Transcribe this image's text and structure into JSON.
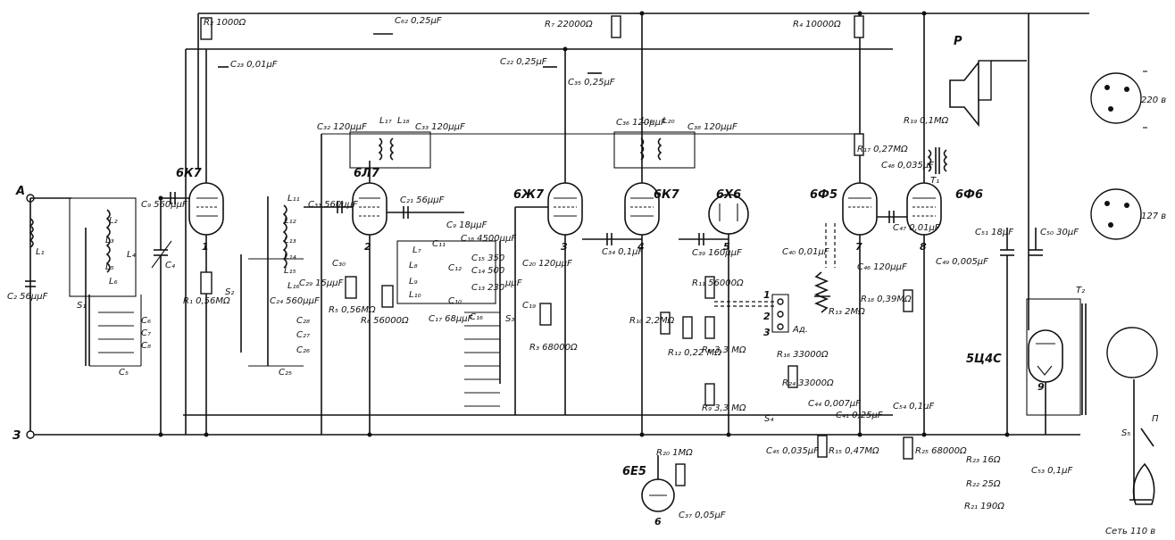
{
  "terminals": {
    "antenna": "A",
    "ground": "З"
  },
  "tubes": [
    "6К7",
    "6Л7",
    "6Ж7",
    "6К7",
    "6Х6",
    "6Ф5",
    "6Ф6",
    "6Е5",
    "5Ц4С"
  ],
  "tube_pins": [
    "1",
    "2",
    "3",
    "4",
    "5",
    "7",
    "8",
    "6",
    "9"
  ],
  "capacitors": {
    "c2": "C₂ 56μμF",
    "c4": "C₄",
    "c5": "C₅",
    "c6": "C₆",
    "c7": "C₇",
    "c8": "C₈",
    "c9": "C₉ 560μμF",
    "c21": "C₂₁ 56μμF",
    "c23": "C₂₃ 0,01μF",
    "c62": "C₆₂ 0,25μF",
    "c22": "C₂₂ 0,25μF",
    "c35": "C₃₅ 0,25μF",
    "c31": "C₃₁ 560μμF",
    "c32": "C₃₂ 120μμF",
    "c33": "C₃₃ 120μμF",
    "c36": "C₃₆ 120μμF",
    "c38": "C₃₈ 120μμF",
    "c29": "C₂₉ 15μμF",
    "c30": "C₃₀",
    "c24": "C₂₄ 560μμF",
    "c25": "C₂₅",
    "c26": "C₂₆",
    "c27": "C₂₇",
    "c28": "C₂₈",
    "c9b": "C₉ 18μμF",
    "c11": "C₁₁",
    "c12": "C₁₂",
    "c13": "C₁₃ 230",
    "c14": "C₁₄ 500",
    "c15": "C₁₅ 350",
    "c16": "C₁₆",
    "c17": "C₁₇ 68μμF",
    "c18": "C₁₈ 4500μμF",
    "c19": "C₁₉",
    "c20": "C₂₀ 120μμF",
    "c10": "C₁₀",
    "c34": "C₃₄ 0,1μF",
    "c39": "C₃₉ 160μμF",
    "c40": "C₄₀ 0,01μF",
    "c41": "C₄₁ 0,25μF",
    "c44": "C₄₄ 0,007μF",
    "c45": "C₄₅ 0,035μF",
    "c46": "C₄₆ 120μμF",
    "c47": "C₄₇ 0,01μF",
    "c48": "C₄₈ 0,035μF",
    "c49": "C₄₉ 0,005μF",
    "c50": "C₅₀ 30μF",
    "c51": "C₅₁ 18μF",
    "c53": "C₅₃ 0,1μF",
    "c54": "C₅₄ 0,1μF",
    "c37": "C₃₇ 0,05μF",
    "mu": "μμF"
  },
  "resistors": {
    "r2": "R₂ 1000Ω",
    "r7": "R₇ 22000Ω",
    "r4": "R₄ 10000Ω",
    "r1": "R₁ 0,56MΩ",
    "r5": "R₅ 0,56MΩ",
    "r6": "R₆ 56000Ω",
    "r3": "R₃ 68000Ω",
    "r10": "R₁₀ 2,2MΩ",
    "r11": "R₁₁ 56000Ω",
    "r12": "R₁₂ 0,22 MΩ",
    "r8": "R₈ 3,3 MΩ",
    "r9": "R₉ 3,3 MΩ",
    "r13": "R₁₃ 2MΩ",
    "r16": "R₁₆ 33000Ω",
    "r24": "R₂₄ 33000Ω",
    "r15": "R₁₅ 0,47MΩ",
    "r17": "R₁₇ 0,27MΩ",
    "r18": "R₁₈ 0,39MΩ",
    "r19": "R₁₉ 0,1MΩ",
    "r25": "R₂₅ 68000Ω",
    "r20": "R₂₀ 1MΩ",
    "r23": "R₂₃ 16Ω",
    "r22": "R₂₂ 25Ω",
    "r21": "R₂₁ 190Ω"
  },
  "coils": {
    "l1": "L₁",
    "l2": "L₂",
    "l3": "L₃",
    "l4": "L₄",
    "l5": "L₅",
    "l6": "L₆",
    "l7": "L₇",
    "l8": "L₈",
    "l9": "L₉",
    "l10": "L₁₀",
    "l11": "L₁₁",
    "l12": "L₁₂",
    "l13": "L₁₃",
    "l14": "L₁₄",
    "l15": "L₁₅",
    "l16": "L₁₆",
    "l17": "L₁₇",
    "l18": "L₁₈",
    "l19": "L₁₉",
    "l20": "L₂₀"
  },
  "switches": {
    "s1": "S₁",
    "s2": "S₂",
    "s3": "S₃",
    "s4": "S₄",
    "s5": "S₅"
  },
  "transformers": {
    "t1": "T₁",
    "t2": "T₂"
  },
  "misc": {
    "speaker": "P",
    "jack": "Ад.",
    "jack_pins": [
      "1",
      "2",
      "3"
    ],
    "mains": "Сеть 110 в",
    "plug_220": "220 в",
    "plug_127": "127 в",
    "fuse": "П"
  }
}
